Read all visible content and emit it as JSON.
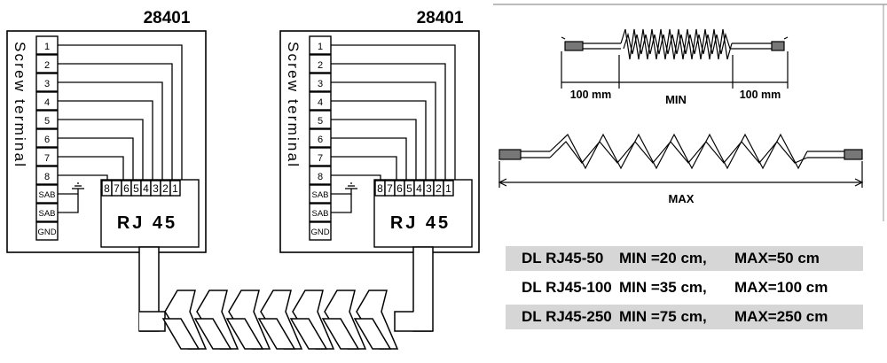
{
  "modules": [
    {
      "model": "28401",
      "screw_label": "Screw terminal",
      "terminals": [
        "1",
        "2",
        "3",
        "4",
        "5",
        "6",
        "7",
        "8",
        "SAB",
        "SAB",
        "GND"
      ],
      "pins": [
        "8",
        "7",
        "6",
        "5",
        "4",
        "3",
        "2",
        "1"
      ],
      "connector": "RJ 45"
    },
    {
      "model": "28401",
      "screw_label": "Screw terminal",
      "terminals": [
        "1",
        "2",
        "3",
        "4",
        "5",
        "6",
        "7",
        "8",
        "SAB",
        "SAB",
        "GND"
      ],
      "pins": [
        "8",
        "7",
        "6",
        "5",
        "4",
        "3",
        "2",
        "1"
      ],
      "connector": "RJ 45"
    }
  ],
  "cable_diagram": {
    "lead_left": "100 mm",
    "min_label": "MIN",
    "lead_right": "100 mm",
    "max_label": "MAX"
  },
  "table": {
    "rows": [
      {
        "model": "DL RJ45-50",
        "min": "MIN =20 cm,",
        "max": "MAX=50 cm",
        "shaded": true
      },
      {
        "model": "DL RJ45-100",
        "min": "MIN =35 cm,",
        "max": "MAX=100 cm",
        "shaded": false
      },
      {
        "model": "DL RJ45-250",
        "min": "MIN =75 cm,",
        "max": "MAX=250 cm",
        "shaded": true
      }
    ]
  }
}
